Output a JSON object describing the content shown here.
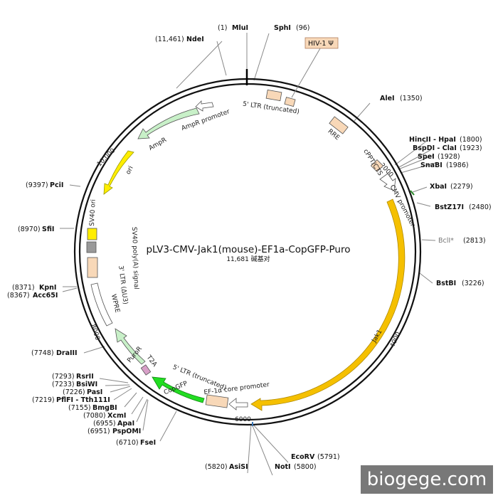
{
  "title": "pLV3-CMV-Jak1(mouse)-EF1a-CopGFP-Puro",
  "length_label": "11,681 碱基对",
  "watermark": "biogege.com",
  "hiv_label": "HIV-1 Ψ",
  "colors": {
    "backbone": "#111111",
    "yellow": "#ffee00",
    "orange": "#f5c000",
    "light_green": "#c8f0c8",
    "bright_green": "#22dd22",
    "peach": "#f8d8b8",
    "white": "#ffffff",
    "gray": "#999999",
    "pink": "#d8a0c8"
  },
  "sites": [
    {
      "name": "(1)  MluI",
      "bp": 1
    },
    {
      "name": "SphI",
      "pos": "(96)",
      "bp": 96
    },
    {
      "name": "AleI",
      "pos": "(1350)",
      "bp": 1350
    },
    {
      "name": "HincII - HpaI",
      "pos": "(1800)",
      "bp": 1800
    },
    {
      "name": "BspDI - ClaI",
      "pos": "(1923)",
      "bp": 1923
    },
    {
      "name": "SpeI",
      "pos": "(1928)",
      "bp": 1928
    },
    {
      "name": "SnaBI",
      "pos": "(1986)",
      "bp": 1986
    },
    {
      "name": "XbaI",
      "pos": "(2279)",
      "bp": 2279
    },
    {
      "name": "BstZ17I",
      "pos": "(2480)",
      "bp": 2480
    },
    {
      "name": "BclI*",
      "pos": "(2813)",
      "bp": 2813
    },
    {
      "name": "BstBI",
      "pos": "(3226)",
      "bp": 3226
    },
    {
      "name": "EcoRV",
      "pos": "(5791)",
      "bp": 5791
    },
    {
      "name": "NotI",
      "pos": "(5800)",
      "bp": 5800
    },
    {
      "name": "AsiSI",
      "pos": "(5820)",
      "bp": 5820
    },
    {
      "name": "FseI",
      "pos": "(6710)",
      "bp": 6710
    },
    {
      "name": "PspOMI",
      "pos": "(6951)",
      "bp": 6951
    },
    {
      "name": "ApaI",
      "pos": "(6955)",
      "bp": 6955
    },
    {
      "name": "XcmI",
      "pos": "(7080)",
      "bp": 7080
    },
    {
      "name": "BmgBI",
      "pos": "(7155)",
      "bp": 7155
    },
    {
      "name": "PflFI - Tth111I",
      "pos": "(7219)",
      "bp": 7219
    },
    {
      "name": "PasI",
      "pos": "(7226)",
      "bp": 7226
    },
    {
      "name": "BsiWI",
      "pos": "(7233)",
      "bp": 7233
    },
    {
      "name": "RsrII",
      "pos": "(7293)",
      "bp": 7293
    },
    {
      "name": "DraIII",
      "pos": "(7748)",
      "bp": 7748
    },
    {
      "name": "Acc65I",
      "pos": "(8367)",
      "bp": 8367
    },
    {
      "name": "KpnI",
      "pos": "(8371)",
      "bp": 8371
    },
    {
      "name": "SfiI",
      "pos": "(8970)",
      "bp": 8970
    },
    {
      "name": "PciI",
      "pos": "(9397)",
      "bp": 9397
    },
    {
      "name": "NdeI",
      "pos": "(11,461)",
      "bp": 11461
    }
  ],
  "features": [
    {
      "name": "5' LTR (truncated)"
    },
    {
      "name": "RRE"
    },
    {
      "name": "cPPT/CTS"
    },
    {
      "name": "CMV promoter"
    },
    {
      "name": "Jak1"
    },
    {
      "name": "EF-1α core promoter"
    },
    {
      "name": "5' LTR (truncated)"
    },
    {
      "name": "CopGFP"
    },
    {
      "name": "T2A"
    },
    {
      "name": "PuroR"
    },
    {
      "name": "WPRE"
    },
    {
      "name": "3' LTR (ΔU3)"
    },
    {
      "name": "SV40 poly(A) signal"
    },
    {
      "name": "SV40 ori"
    },
    {
      "name": "ori"
    },
    {
      "name": "AmpR"
    },
    {
      "name": "AmpR promoter"
    }
  ],
  "ticks": [
    "2000",
    "4000",
    "6000",
    "8000",
    "10,000"
  ]
}
